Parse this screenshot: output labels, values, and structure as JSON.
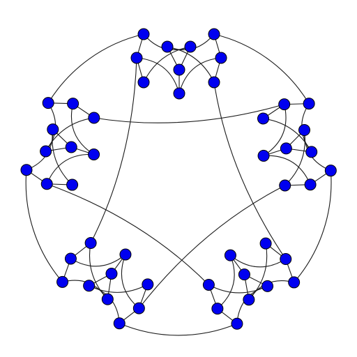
{
  "diagram": {
    "type": "graph",
    "node_color": "#0000f0",
    "node_stroke": "#000000",
    "edge_color": "#1a1a1a",
    "background": "#ffffff",
    "symmetry": 5,
    "nodes_per_gadget": 10,
    "node_count": 50
  }
}
